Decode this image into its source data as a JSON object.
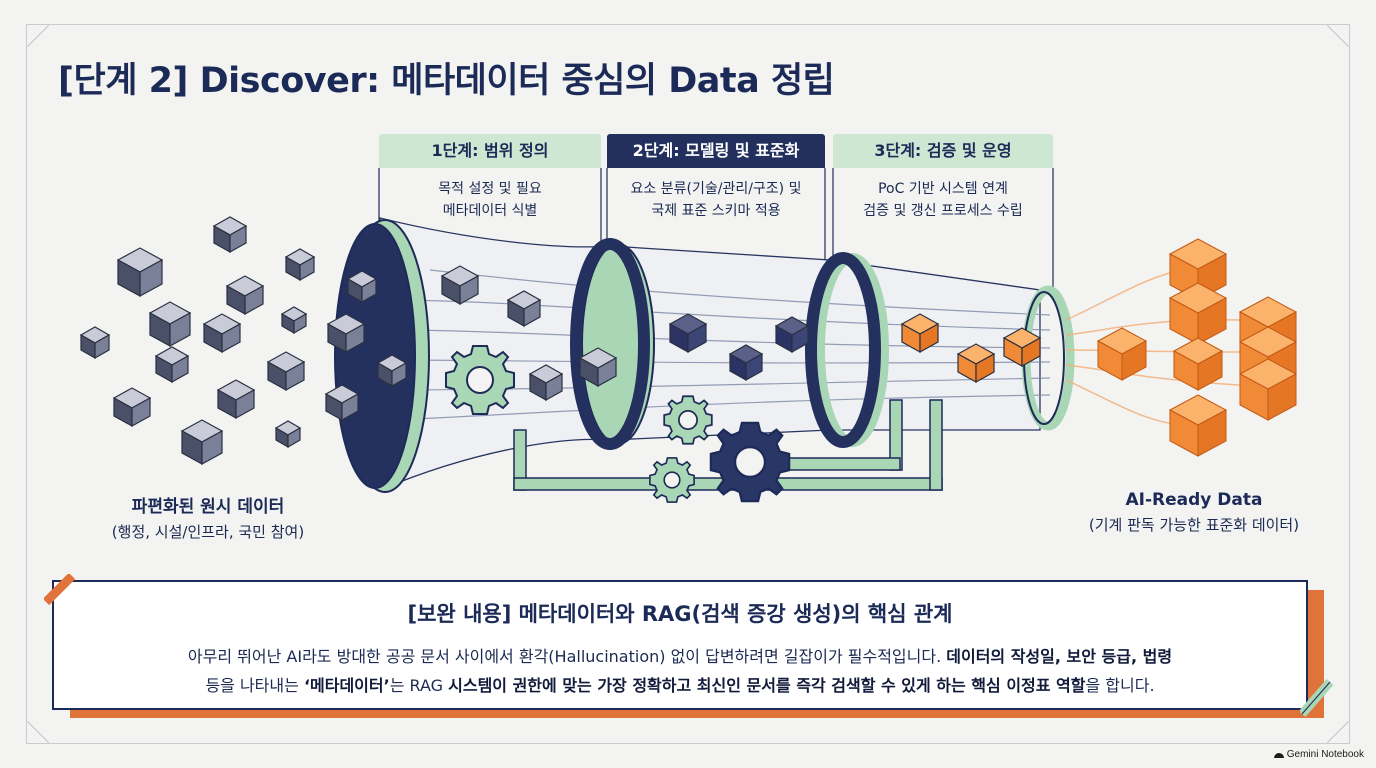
{
  "title": "[단계 2] Discover: 메타데이터 중심의 Data 정립",
  "stages": [
    {
      "head": "1단계: 범위 정의",
      "line1": "목적 설정 및 필요",
      "line2": "메타데이터 식별"
    },
    {
      "head": "2단계: 모델링 및 표준화",
      "line1": "요소 분류(기술/관리/구조) 및",
      "line2": "국제 표준 스키마 적용"
    },
    {
      "head": "3단계: 검증 및 운영",
      "line1": "PoC 기반 시스템 연계",
      "line2": "검증 및 갱신 프로세스 수립"
    }
  ],
  "input": {
    "main": "파편화된 원시 데이터",
    "sub": "(행정, 시설/인프라, 국민 참여)"
  },
  "output": {
    "main": "AI-Ready Data",
    "sub": "(기계 판독 가능한 표준화 데이터)"
  },
  "callout": {
    "title": "[보완 내용] 메타데이터와 RAG(검색 증강 생성)의 핵심 관계",
    "l1_a": "아무리 뛰어난 AI라도 방대한 공공 문서 사이에서 환각(Hallucination) 없이 답변하려면 길잡이가 필수적입니다. ",
    "l1_b": "데이터의 작성일, 보안 등급, 법령",
    "l2_a": "등을 나타내는 ",
    "l2_b": "‘메타데이터’",
    "l2_c": "는 RAG ",
    "l2_d": "시스템이 권한에 맞는 가장 정확하고 최신인 문서를 즉각 검색할 수 있게 하는 핵심 이정표 역할",
    "l2_e": "을 합니다."
  },
  "brand": "Gemini Notebook",
  "colors": {
    "navy": "#1e2b58",
    "mint": "#a9d6b5",
    "orange": "#f08a36",
    "gray_cube": "#4a5068"
  }
}
